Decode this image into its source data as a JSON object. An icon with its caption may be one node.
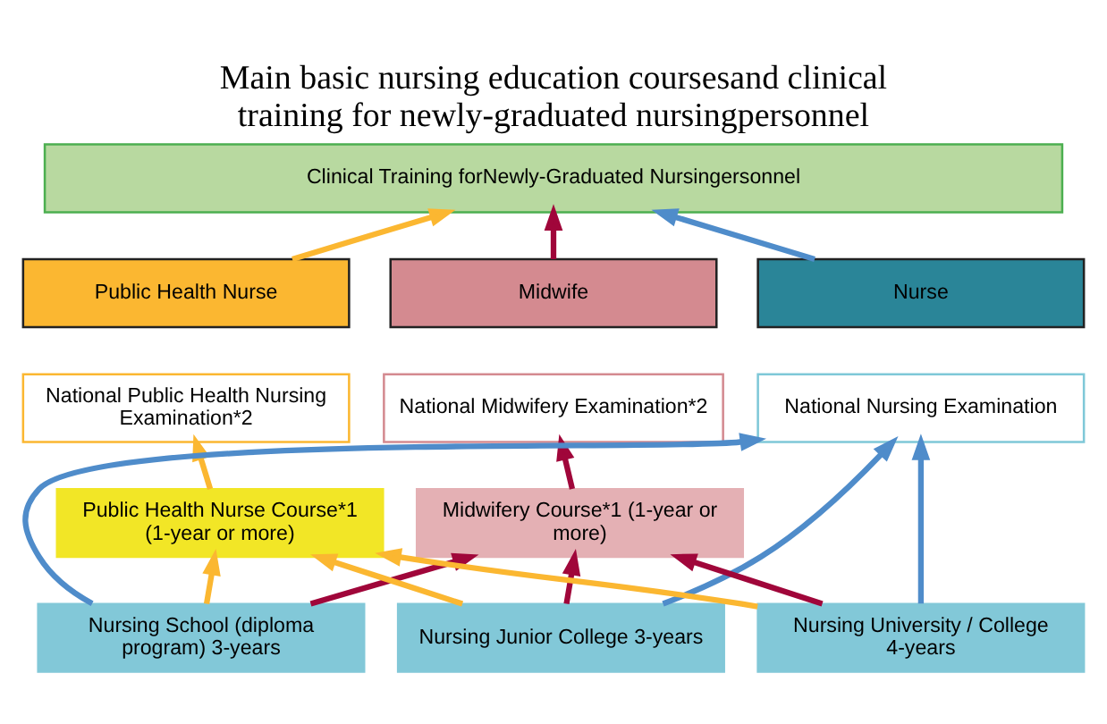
{
  "diagram": {
    "title": "Main basic nursing education coursesand clinical training for newly-graduated nursingpersonnel",
    "nodes": [
      {
        "text": [
          "Clinical Training forNewly-Graduated Nursingersonnel"
        ]
      },
      {
        "text": [
          "Public Health Nurse"
        ]
      },
      {
        "text": [
          "Midwife"
        ]
      },
      {
        "text": [
          "Nurse"
        ]
      },
      {
        "text": [
          "National Public Health Nursing Examination*2"
        ]
      },
      {
        "text": [
          "National Midwifery Examination*2"
        ]
      },
      {
        "text": [
          "National Nursing Examination"
        ]
      },
      {
        "text": [
          "Public Health Nurse Course*1 (1-year or more)"
        ]
      },
      {
        "text": [
          "Midwifery Course*1 (1-year or more)"
        ]
      },
      {
        "text": [
          "Nursing School (diploma program) 3-years"
        ]
      },
      {
        "text": [
          "Nursing Junior College 3-years"
        ]
      },
      {
        "text": [
          "Nursing University / College 4-years"
        ]
      }
    ],
    "edges": [
      {
        "from": 1,
        "to": 0,
        "arrow": "to",
        "color": "#fbb731"
      },
      {
        "from": 2,
        "to": 0,
        "arrow": "to",
        "color": "#a0063a"
      },
      {
        "from": 3,
        "to": 0,
        "arrow": "to",
        "color": "#4f8cca"
      },
      {
        "from": 7,
        "to": 4,
        "arrow": "to",
        "color": "#fbb731"
      },
      {
        "from": 8,
        "to": 5,
        "arrow": "to",
        "color": "#a0063a"
      },
      {
        "from": 9,
        "to": 6,
        "arrow": "to",
        "color": "#4f8cca"
      },
      {
        "from": 10,
        "to": 6,
        "arrow": "to",
        "color": "#4f8cca"
      },
      {
        "from": 11,
        "to": 6,
        "arrow": "to",
        "color": "#4f8cca"
      },
      {
        "from": 9,
        "to": 7,
        "arrow": "to",
        "color": "#fbb731"
      },
      {
        "from": 10,
        "to": 7,
        "arrow": "to",
        "color": "#fbb731"
      },
      {
        "from": 11,
        "to": 7,
        "arrow": "to",
        "color": "#fbb731"
      },
      {
        "from": 9,
        "to": 8,
        "arrow": "to",
        "color": "#a0063a"
      },
      {
        "from": 10,
        "to": 8,
        "arrow": "to",
        "color": "#a0063a"
      },
      {
        "from": 11,
        "to": 8,
        "arrow": "to",
        "color": "#a0063a"
      }
    ]
  }
}
